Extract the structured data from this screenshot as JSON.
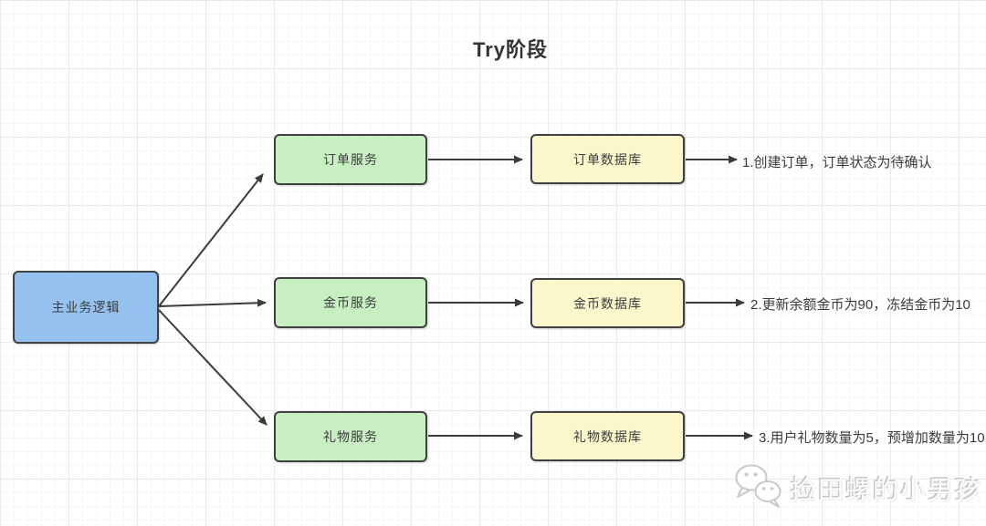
{
  "diagram": {
    "title": "Try阶段",
    "main_node": {
      "label": "主业务逻辑",
      "fill": "#94C1EF"
    },
    "rows": [
      {
        "service": "订单服务",
        "database": "订单数据库",
        "annotation": "1.创建订单，订单状态为待确认"
      },
      {
        "service": "金币服务",
        "database": "金币数据库",
        "annotation": "2.更新余额金币为90，冻结金币为10"
      },
      {
        "service": "礼物服务",
        "database": "礼物数据库",
        "annotation": "3.用户礼物数量为5，预增加数量为10"
      }
    ],
    "colors": {
      "main_node_fill": "#94C1EF",
      "service_fill": "#C7EFC2",
      "database_fill": "#FAF7CD",
      "node_border": "#404040",
      "arrow": "#3b3b3b",
      "title_text": "#333333",
      "grid_major": "#e9e9e9",
      "grid_minor": "#f6f6f6"
    }
  },
  "watermark": {
    "icon": "wechat-icon",
    "text": "捡田螺的小男孩"
  }
}
